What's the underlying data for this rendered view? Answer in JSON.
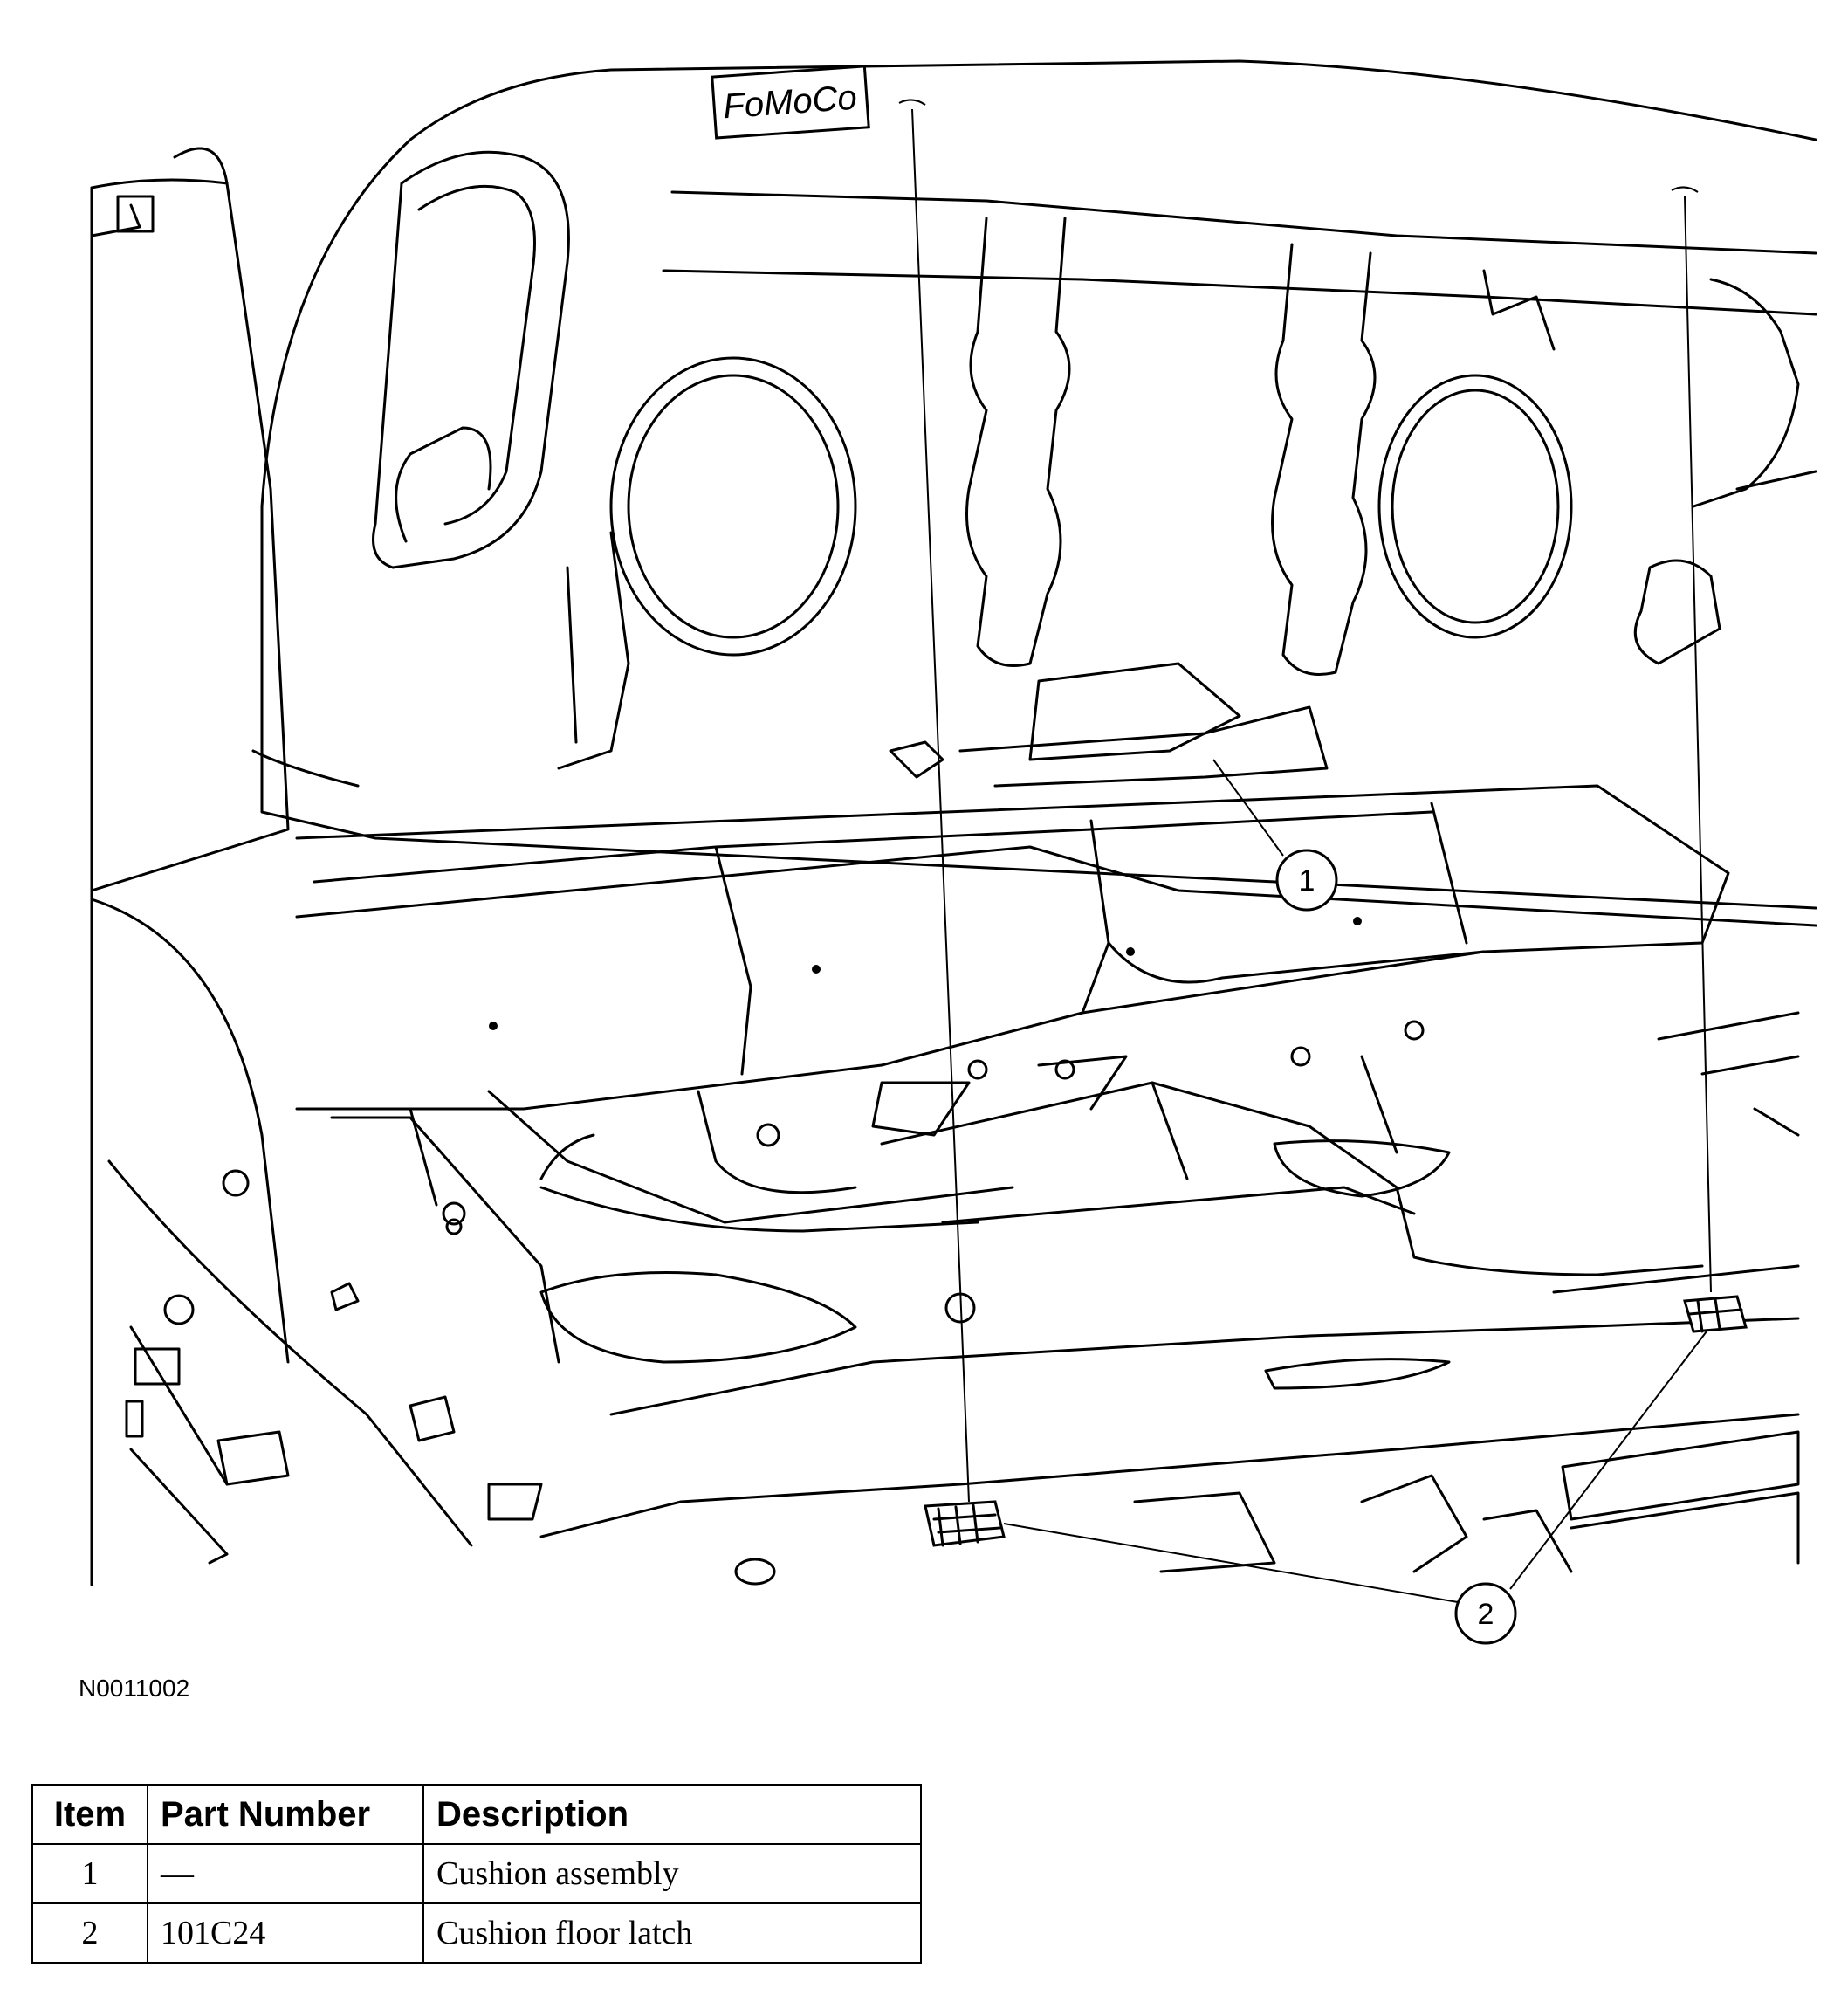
{
  "figure": {
    "logo": "FoMoCo",
    "figure_id": "N0011002",
    "callouts": [
      {
        "number": "1",
        "item": 1
      },
      {
        "number": "2",
        "item": 2
      }
    ]
  },
  "parts_table": {
    "headers": {
      "item": "Item",
      "part_number": "Part Number",
      "description": "Description"
    },
    "rows": [
      {
        "item": "1",
        "part_number": "—",
        "description": "Cushion assembly"
      },
      {
        "item": "2",
        "part_number": "101C24",
        "description": "Cushion floor latch"
      }
    ]
  }
}
